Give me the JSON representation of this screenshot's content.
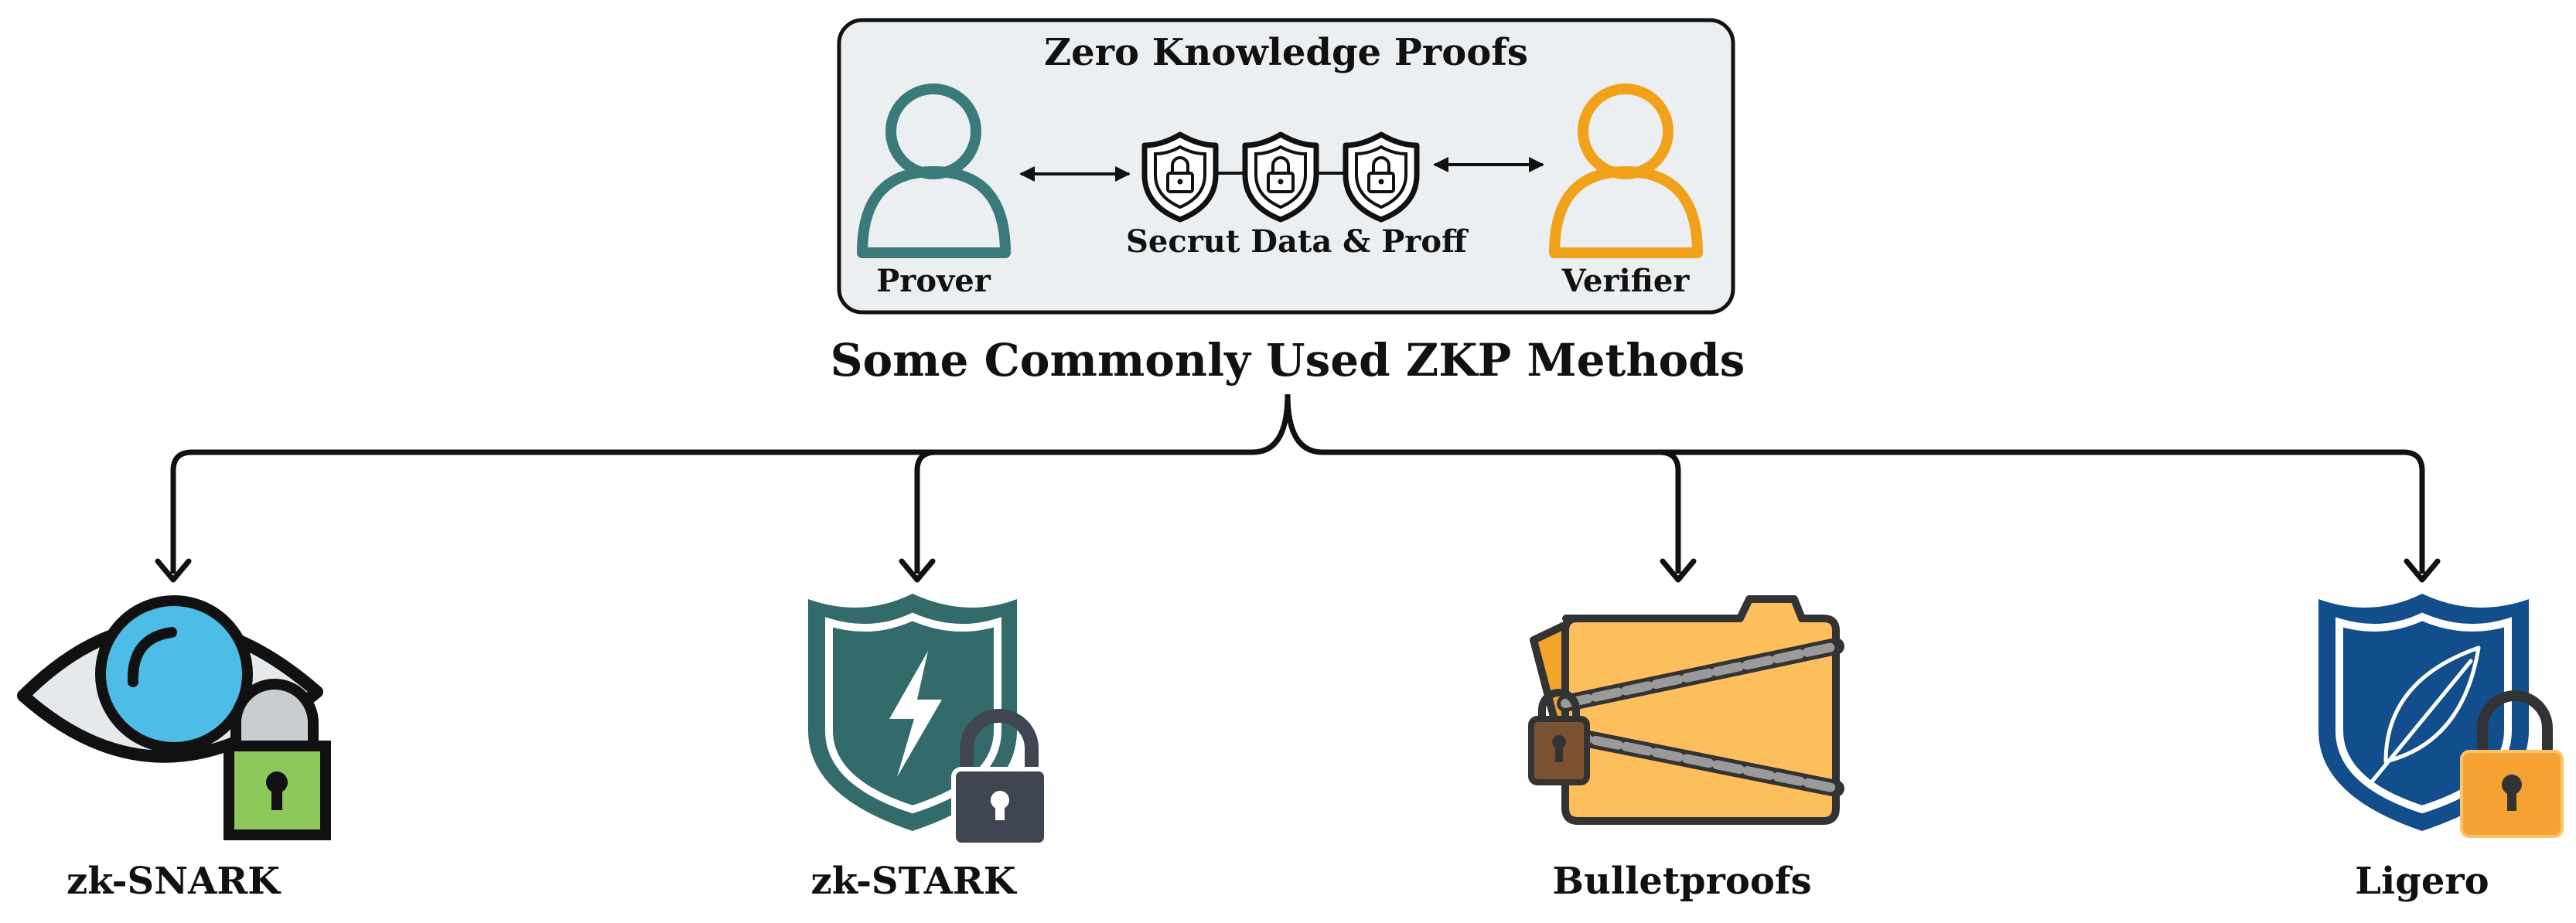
{
  "zkp_box": {
    "title": "Zero Knowledge Proofs",
    "prover_label": "Prover",
    "verifier_label": "Verifier",
    "data_label": "Secrut Data & Proff",
    "shield_icons": [
      "shield-lock-icon",
      "shield-lock-icon",
      "shield-lock-icon"
    ]
  },
  "section_title": "Some Commonly Used ZKP Methods",
  "methods": [
    {
      "label": "zk-SNARK",
      "icon": "eye-lock-icon"
    },
    {
      "label": "zk-STARK",
      "icon": "shield-lightning-lock-icon"
    },
    {
      "label": "Bulletproofs",
      "icon": "chained-folder-lock-icon"
    },
    {
      "label": "Ligero",
      "icon": "shield-feather-lock-icon"
    }
  ],
  "colors": {
    "box_fill": "#eceff1",
    "prover": "#3a7a7a",
    "verifier": "#f0a31a",
    "eye_iris": "#4dbde8",
    "lock_green": "#8cc85a",
    "stark_shield": "#336b6b",
    "stark_lock": "#3f4651",
    "folder": "#fcbf5c",
    "folder_back": "#f3a42c",
    "chain": "#9a9a9a",
    "padlock_brown": "#7a5232",
    "ligero_shield": "#124e8c",
    "ligero_lock": "#f4a233"
  }
}
